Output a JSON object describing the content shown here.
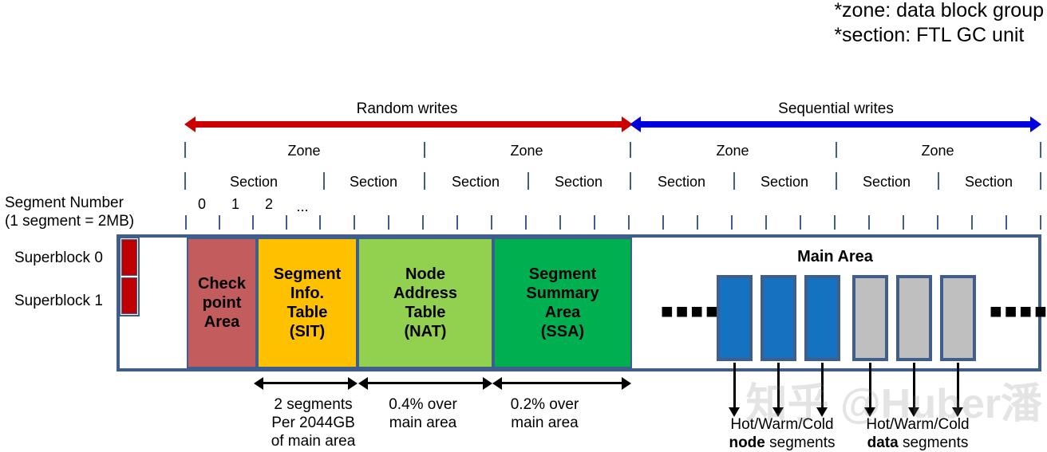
{
  "legend": {
    "line1": "*zone: data block group",
    "line2": "*section: FTL GC unit"
  },
  "write_directions": [
    {
      "label": "Random writes",
      "color": "#CC0000"
    },
    {
      "label": "Sequential writes",
      "color": "#0000DD"
    }
  ],
  "ruler": {
    "zone_label": "Zone",
    "section_label": "Section",
    "zones": [
      "Zone",
      "Zone",
      "Zone",
      "Zone"
    ],
    "sections": [
      "Section",
      "Section",
      "Section",
      "Section",
      "Section",
      "Section",
      "Section",
      "Section"
    ],
    "segment_numbers": [
      "0",
      "1",
      "2",
      "..."
    ]
  },
  "left_labels": {
    "segment_number": "Segment Number",
    "segment_size": "(1 segment = 2MB)",
    "superblock0": "Superblock 0",
    "superblock1": "Superblock 1"
  },
  "layout_blocks": [
    {
      "name": "checkpoint",
      "lines": [
        "Check",
        "point",
        "Area"
      ],
      "color": "#C35C5C"
    },
    {
      "name": "sit",
      "lines": [
        "Segment",
        "Info.",
        "Table",
        "(SIT)"
      ],
      "color": "#FFC000"
    },
    {
      "name": "nat",
      "lines": [
        "Node",
        "Address",
        "Table",
        "(NAT)"
      ],
      "color": "#92D050"
    },
    {
      "name": "ssa",
      "lines": [
        "Segment",
        "Summary",
        "Area",
        "(SSA)"
      ],
      "color": "#00B050"
    }
  ],
  "main_area": {
    "title": "Main Area",
    "dots_left": "■■■■",
    "dots_right": "■■■■",
    "node_block_color": "#1572C0",
    "data_block_color": "#BFBFBF",
    "node_blocks": 3,
    "data_blocks": 3
  },
  "measurements": [
    {
      "name": "checkpoint-size",
      "lines": [
        "2 segments",
        "Per 2044GB",
        "of main area"
      ]
    },
    {
      "name": "sit-size",
      "lines": [
        "0.4% over",
        "main area"
      ]
    },
    {
      "name": "nat-size",
      "lines": [
        "0.2% over",
        "main area"
      ]
    }
  ],
  "callouts": [
    {
      "name": "node-segments",
      "line1": "Hot/Warm/Cold",
      "bold": "node",
      "rest": " segments"
    },
    {
      "name": "data-segments",
      "line1": "Hot/Warm/Cold",
      "bold": "data",
      "rest": " segments"
    }
  ],
  "watermark": "知乎 @Huber潘"
}
